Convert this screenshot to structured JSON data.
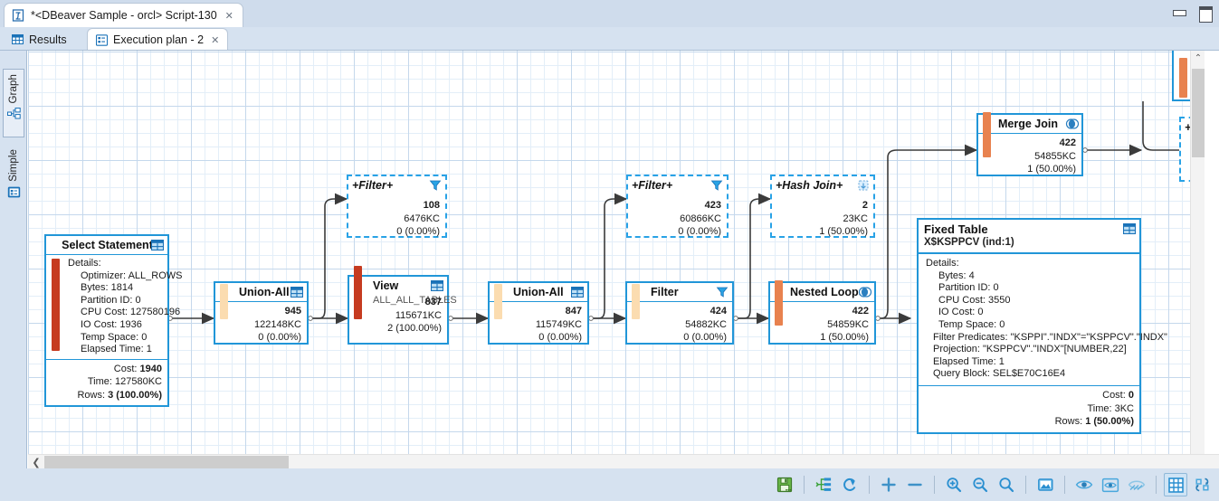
{
  "window": {
    "title": "*<DBeaver Sample - orcl> Script-130",
    "tab_close": "✕",
    "doc_icon": "script-icon",
    "minimize": "minimize-icon",
    "maximize": "maximize-icon"
  },
  "tabs": [
    {
      "label": "Results",
      "icon": "table-grid-icon",
      "active": false,
      "close": ""
    },
    {
      "label": "Execution plan - 2",
      "icon": "execution-plan-icon",
      "active": true,
      "close": "✕"
    }
  ],
  "side_tabs": [
    {
      "label": "Graph",
      "icon": "graph-view-icon",
      "active": true
    },
    {
      "label": "Simple",
      "icon": "simple-view-icon",
      "active": false
    }
  ],
  "colors": {
    "accent": "#2196d8",
    "dashed_accent": "#28a2e6",
    "bar_red": "#c63b20",
    "bar_orange": "#e8824f",
    "bar_light": "#fbdcb0",
    "canvas_grid": "#c5d8ec",
    "chrome": "#d6e2f0"
  },
  "nodes": [
    {
      "id": "select-statement",
      "title": "Select Statement",
      "subtitle": "",
      "head_icon": "table-icon",
      "bar_color": "#c63b20",
      "style": "solid",
      "details_label": "Details:",
      "details": [
        "Optimizer: ALL_ROWS",
        "Bytes: 1814",
        "Partition ID: 0",
        "CPU Cost: 127580196",
        "IO Cost: 1936",
        "Temp Space: 0",
        "Elapsed Time: 1"
      ],
      "footer": [
        {
          "label": "Cost:",
          "value": "1940"
        },
        {
          "label": "Time:",
          "value": "127580KC"
        },
        {
          "label": "Rows:",
          "value": "3 (100.00%)"
        }
      ]
    },
    {
      "id": "union-all-1",
      "title": "Union-All",
      "subtitle": "",
      "head_icon": "table-icon",
      "bar_color": "#fbdcb0",
      "style": "solid",
      "stats": {
        "cost": "945",
        "time": "122148KC",
        "rows": "0 (0.00%)"
      }
    },
    {
      "id": "view-all-tables",
      "title": "View",
      "subtitle": "ALL_ALL_TABLES",
      "head_icon": "table-icon",
      "bar_color": "#c63b20",
      "style": "solid",
      "stats": {
        "cost": "837",
        "time": "115671KC",
        "rows": "2 (100.00%)"
      }
    },
    {
      "id": "union-all-2",
      "title": "Union-All",
      "subtitle": "",
      "head_icon": "table-icon",
      "bar_color": "#fbdcb0",
      "style": "solid",
      "stats": {
        "cost": "847",
        "time": "115749KC",
        "rows": "0 (0.00%)"
      }
    },
    {
      "id": "filter-main",
      "title": "Filter",
      "subtitle": "",
      "head_icon": "filter-icon",
      "bar_color": "#fbdcb0",
      "style": "solid",
      "stats": {
        "cost": "424",
        "time": "54882KC",
        "rows": "0 (0.00%)"
      }
    },
    {
      "id": "nested-loops",
      "title": "Nested Loops",
      "subtitle": "",
      "head_icon": "join-icon",
      "bar_color": "#e8824f",
      "style": "solid",
      "stats": {
        "cost": "422",
        "time": "54859KC",
        "rows": "1 (50.00%)"
      }
    },
    {
      "id": "merge-join",
      "title": "Merge Join",
      "subtitle": "",
      "head_icon": "join-icon",
      "bar_color": "#e8824f",
      "style": "solid",
      "stats": {
        "cost": "422",
        "time": "54855KC",
        "rows": "1 (50.00%)"
      }
    },
    {
      "id": "filter-plus-1",
      "title": "+Filter+",
      "subtitle": "",
      "head_icon": "filter-icon",
      "bar_color": "",
      "style": "dashed",
      "stats": {
        "cost": "108",
        "time": "6476KC",
        "rows": "0 (0.00%)"
      }
    },
    {
      "id": "filter-plus-2",
      "title": "+Filter+",
      "subtitle": "",
      "head_icon": "filter-icon",
      "bar_color": "",
      "style": "dashed",
      "stats": {
        "cost": "423",
        "time": "60866KC",
        "rows": "0 (0.00%)"
      }
    },
    {
      "id": "hash-join-plus",
      "title": "+Hash Join+",
      "subtitle": "",
      "head_icon": "hash-join-icon",
      "bar_color": "",
      "style": "dashed",
      "stats": {
        "cost": "2",
        "time": "23KC",
        "rows": "1 (50.00%)"
      }
    },
    {
      "id": "fixed-table",
      "title": "Fixed Table",
      "subtitle": "X$KSPPCV (ind:1)",
      "head_icon": "table-icon",
      "bar_color": "",
      "style": "solid",
      "details_label": "Details:",
      "details": [
        "Bytes: 4",
        "Partition ID: 0",
        "CPU Cost: 3550",
        "IO Cost: 0",
        "Temp Space: 0",
        "Filter Predicates:  \"KSPPI\".\"INDX\"=\"KSPPCV\".\"INDX\"",
        "Projection: \"KSPPCV\".\"INDX\"[NUMBER,22]",
        "Elapsed Time: 1",
        "Query Block: SEL$E70C16E4"
      ],
      "footer": [
        {
          "label": "Cost:",
          "value": "0"
        },
        {
          "label": "Time:",
          "value": "3KC"
        },
        {
          "label": "Rows:",
          "value": "1 (50.00%)"
        }
      ]
    },
    {
      "id": "offscreen-right-top",
      "title": "",
      "subtitle": "",
      "style": "solid-partial",
      "bar_color": "#e8824f"
    },
    {
      "id": "offscreen-right-dashed",
      "title": "+E",
      "subtitle": "",
      "style": "dashed-partial"
    }
  ],
  "toolbar": [
    {
      "name": "save-as-image-button",
      "icon": "save-image-icon"
    },
    {
      "name": "separator-1",
      "icon": "separator"
    },
    {
      "name": "layout-button",
      "icon": "layout-tree-icon"
    },
    {
      "name": "refresh-button",
      "icon": "refresh-arrow-icon"
    },
    {
      "name": "separator-2",
      "icon": "separator"
    },
    {
      "name": "expand-all-button",
      "icon": "plus-icon"
    },
    {
      "name": "collapse-all-button",
      "icon": "minus-icon"
    },
    {
      "name": "separator-3",
      "icon": "separator"
    },
    {
      "name": "zoom-in-button",
      "icon": "zoom-in-icon"
    },
    {
      "name": "zoom-out-button",
      "icon": "zoom-out-icon"
    },
    {
      "name": "zoom-reset-button",
      "icon": "zoom-actual-icon"
    },
    {
      "name": "separator-4",
      "icon": "separator"
    },
    {
      "name": "fit-to-window-button",
      "icon": "fit-window-icon"
    },
    {
      "name": "separator-5",
      "icon": "separator"
    },
    {
      "name": "show-details-button",
      "icon": "eye-icon"
    },
    {
      "name": "highlight-button",
      "icon": "eye-boxed-icon"
    },
    {
      "name": "hide-button",
      "icon": "eye-crossed-icon"
    },
    {
      "name": "separator-6",
      "icon": "separator"
    },
    {
      "name": "toggle-grid-button",
      "icon": "grid-icon",
      "selected": true
    },
    {
      "name": "toggle-snap-button",
      "icon": "snap-icon"
    }
  ],
  "scrollbars": {
    "vertical_arrow": "⌃",
    "horizontal_arrow": "❮"
  }
}
